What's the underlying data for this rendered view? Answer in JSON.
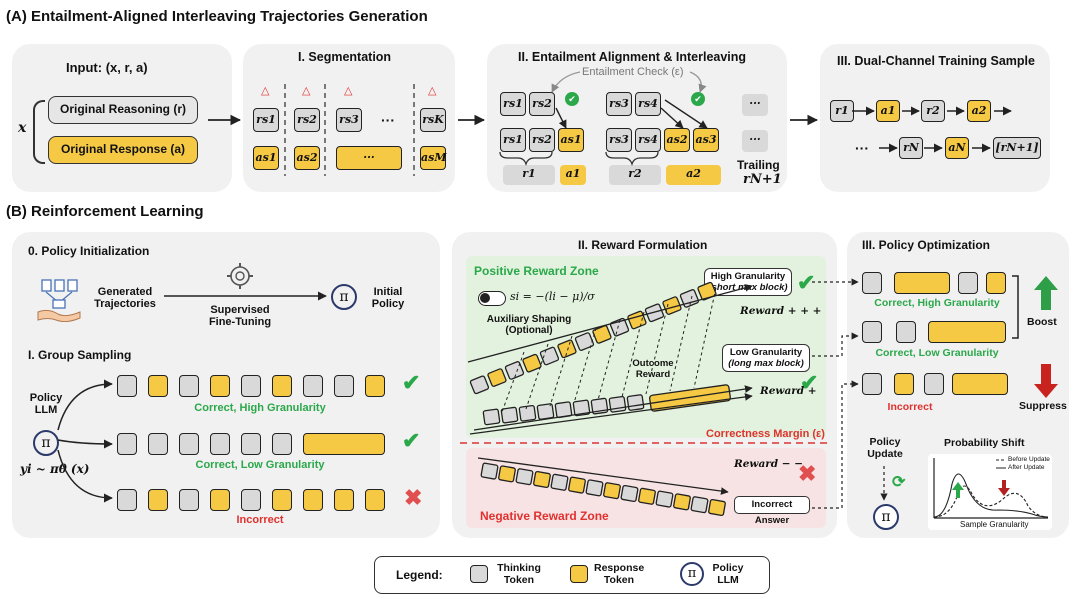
{
  "section_a": {
    "title": "(A) Entailment-Aligned Interleaving Trajectories Generation",
    "input": {
      "label": "Input: (x, r, a)",
      "x": "x",
      "reasoning": "Original Reasoning (r)",
      "response": "Original Response (a)"
    },
    "segmentation": {
      "title": "I. Segmentation",
      "rs": [
        "rs1",
        "rs2",
        "rs3",
        "···",
        "rsK"
      ],
      "as": [
        "as1",
        "as2",
        "···",
        "asM"
      ],
      "warn_glyph": "△"
    },
    "alignment": {
      "title": "II. Entailment Alignment & Interleaving",
      "check_label": "Entailment Check (ε)",
      "group1_top": [
        "rs1",
        "rs2"
      ],
      "group2_top": [
        "rs3",
        "rs4"
      ],
      "group1_bottom": [
        "rs1",
        "rs2",
        "as1"
      ],
      "group2_bottom": [
        "rs3",
        "rs4",
        "as2",
        "as3"
      ],
      "labels": [
        "r1",
        "a1",
        "r2",
        "a2"
      ],
      "dots": "···",
      "trailing": "Trailing",
      "trailing_var": "rN+1"
    },
    "dual": {
      "title": "III. Dual-Channel Training Sample",
      "row1": [
        "r1",
        "a1",
        "r2",
        "a2"
      ],
      "row2": [
        "···",
        "rN",
        "aN",
        "[rN+1]"
      ]
    }
  },
  "section_b": {
    "title": "(B) Reinforcement Learning",
    "init": {
      "title": "0. Policy Initialization",
      "generated": "Generated Trajectories",
      "sft": "Supervised Fine-Tuning",
      "initial": "Initial Policy",
      "pi": "π"
    },
    "group": {
      "title": "I. Group Sampling",
      "policy": "Policy LLM",
      "formula": "yi ~ πθ (x)",
      "row1_label": "Correct, High Granularity",
      "row2_label": "Correct, Low Granularity",
      "row3_label": "Incorrect",
      "row1_pattern": [
        "g",
        "y",
        "g",
        "y",
        "g",
        "y",
        "g",
        "g",
        "y"
      ],
      "row2_pattern": [
        "g",
        "g",
        "g",
        "g",
        "g",
        "g",
        "Y"
      ],
      "row3_pattern": [
        "g",
        "y",
        "g",
        "y",
        "g",
        "y",
        "y",
        "y",
        "y"
      ]
    },
    "reward": {
      "title": "II. Reward Formulation",
      "positive": "Positive Reward Zone",
      "negative": "Negative Reward Zone",
      "shaping_formula": "si = −(li − μ)/σ",
      "shaping_label": "Auxiliary Shaping (Optional)",
      "high_gran": "High Granularity",
      "high_gran_sub": "(short max block)",
      "low_gran": "Low Granularity",
      "low_gran_sub": "(long max block)",
      "reward_ppp": "Reward + + +",
      "reward_p": "Reward +",
      "reward_mm": "Reward − −",
      "outcome": "Outcome Reward",
      "margin": "Correctness Margin (ε)",
      "incorrect_answer": "Incorrect Answer"
    },
    "opt": {
      "title": "III. Policy Optimization",
      "row1_label": "Correct, High Granularity",
      "row2_label": "Correct, Low Granularity",
      "row3_label": "Incorrect",
      "boost": "Boost",
      "suppress": "Suppress",
      "policy_update": "Policy Update",
      "prob_shift": "Probability Shift",
      "before": "Before Update",
      "after": "After Update",
      "xaxis": "Sample Granularity",
      "pi": "π"
    }
  },
  "legend": {
    "title": "Legend:",
    "thinking": "Thinking Token",
    "response": "Response Token",
    "policy": "Policy LLM",
    "pi": "π"
  },
  "colors": {
    "yellow": "#f6c945",
    "gray": "#d9d9d9",
    "green": "#2aa84a",
    "red": "#e0312f",
    "pos_zone": "#e3f2de",
    "neg_zone": "#f7e3e3"
  }
}
